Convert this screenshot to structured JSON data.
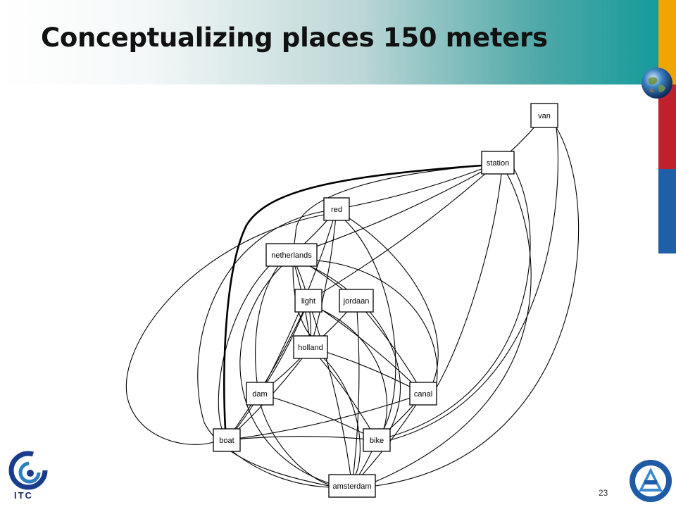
{
  "slide": {
    "title": "Conceptualizing places 150 meters",
    "page_number": "23"
  },
  "logos": {
    "bottom_left_text": "ITC"
  },
  "colors": {
    "accent_teal": "#159b9b",
    "stripe_orange": "#f0a500",
    "stripe_red": "#c0202c",
    "stripe_blue": "#1f5fa6"
  },
  "graph": {
    "nodes": [
      {
        "id": "van",
        "label": "van"
      },
      {
        "id": "station",
        "label": "station"
      },
      {
        "id": "red",
        "label": "red"
      },
      {
        "id": "netherlands",
        "label": "netherlands"
      },
      {
        "id": "light",
        "label": "light"
      },
      {
        "id": "jordaan",
        "label": "jordaan"
      },
      {
        "id": "holland",
        "label": "holland"
      },
      {
        "id": "dam",
        "label": "dam"
      },
      {
        "id": "canal",
        "label": "canal"
      },
      {
        "id": "boat",
        "label": "boat"
      },
      {
        "id": "bike",
        "label": "bike"
      },
      {
        "id": "amsterdam",
        "label": "amsterdam"
      }
    ],
    "edges": [
      {
        "from": "van",
        "to": "station"
      },
      {
        "from": "van",
        "to": "amsterdam"
      },
      {
        "from": "van",
        "to": "bike"
      },
      {
        "from": "station",
        "to": "boat",
        "bold": true
      },
      {
        "from": "station",
        "to": "red"
      },
      {
        "from": "station",
        "to": "netherlands"
      },
      {
        "from": "station",
        "to": "light"
      },
      {
        "from": "station",
        "to": "canal"
      },
      {
        "from": "station",
        "to": "bike"
      },
      {
        "from": "station",
        "to": "amsterdam"
      },
      {
        "from": "station",
        "to": "holland"
      },
      {
        "from": "red",
        "to": "boat"
      },
      {
        "from": "red",
        "to": "netherlands"
      },
      {
        "from": "red",
        "to": "holland"
      },
      {
        "from": "red",
        "to": "canal"
      },
      {
        "from": "red",
        "to": "bike"
      },
      {
        "from": "red",
        "to": "dam"
      },
      {
        "from": "red",
        "to": "amsterdam"
      },
      {
        "from": "netherlands",
        "to": "light"
      },
      {
        "from": "netherlands",
        "to": "holland"
      },
      {
        "from": "netherlands",
        "to": "dam"
      },
      {
        "from": "netherlands",
        "to": "boat"
      },
      {
        "from": "netherlands",
        "to": "canal"
      },
      {
        "from": "netherlands",
        "to": "bike"
      },
      {
        "from": "netherlands",
        "to": "amsterdam"
      },
      {
        "from": "netherlands",
        "to": "jordaan"
      },
      {
        "from": "light",
        "to": "holland"
      },
      {
        "from": "light",
        "to": "dam"
      },
      {
        "from": "light",
        "to": "canal"
      },
      {
        "from": "light",
        "to": "bike"
      },
      {
        "from": "light",
        "to": "amsterdam"
      },
      {
        "from": "light",
        "to": "boat"
      },
      {
        "from": "jordaan",
        "to": "holland"
      },
      {
        "from": "jordaan",
        "to": "canal"
      },
      {
        "from": "jordaan",
        "to": "amsterdam"
      },
      {
        "from": "holland",
        "to": "dam"
      },
      {
        "from": "holland",
        "to": "canal"
      },
      {
        "from": "holland",
        "to": "boat"
      },
      {
        "from": "holland",
        "to": "bike"
      },
      {
        "from": "holland",
        "to": "amsterdam"
      },
      {
        "from": "dam",
        "to": "boat"
      },
      {
        "from": "dam",
        "to": "bike"
      },
      {
        "from": "dam",
        "to": "amsterdam"
      },
      {
        "from": "canal",
        "to": "boat"
      },
      {
        "from": "canal",
        "to": "bike"
      },
      {
        "from": "canal",
        "to": "amsterdam"
      },
      {
        "from": "boat",
        "to": "amsterdam"
      },
      {
        "from": "boat",
        "to": "bike"
      },
      {
        "from": "bike",
        "to": "amsterdam"
      }
    ]
  }
}
